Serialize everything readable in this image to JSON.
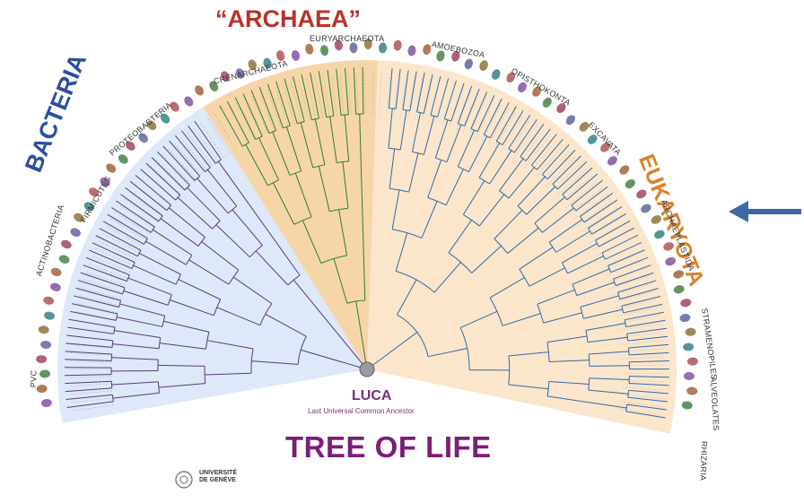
{
  "title": "TREE OF LIFE",
  "root": {
    "label": "LUCA",
    "sublabel": "Last Universal Common Ancestor"
  },
  "domains": {
    "bacteria": "BACTERIA",
    "archaea": "“ARCHAEA”",
    "eukaryota": "EUKARYOTA"
  },
  "groups": {
    "crenarchaeota": "CRENARCHAEOTA",
    "euryarchaeota": "EURYARCHAEOTA",
    "amoebozoa": "AMOEBOZOA",
    "opisthokonta": "OPISTHOKONTA",
    "excavata": "EXCAVATA",
    "archaeplastida": "ARCHAEPLASTIDA",
    "stramenopiles": "STRAMENOPILES",
    "alveolates": "ALVEOLATES",
    "rhizaria": "RHIZARIA",
    "proteobacteria": "PROTEOBACTERIA",
    "firmicutes": "FIRMICUTES",
    "actinobacteria": "ACTINOBACTERIA",
    "pvc": "PVC"
  },
  "institution": {
    "line1": "UNIVERSITÉ",
    "line2": "DE GENÈVE"
  },
  "colors": {
    "bacteria_fill": "#dde8f8",
    "archaea_fill": "#f6d6a8",
    "eukaryota_fill": "#fbe6cc",
    "bacteria_branch": "#5a3a7a",
    "archaea_branch": "#2e7d32",
    "eukaryota_branch": "#2f6aa6",
    "arrow": "#3f67a8"
  }
}
